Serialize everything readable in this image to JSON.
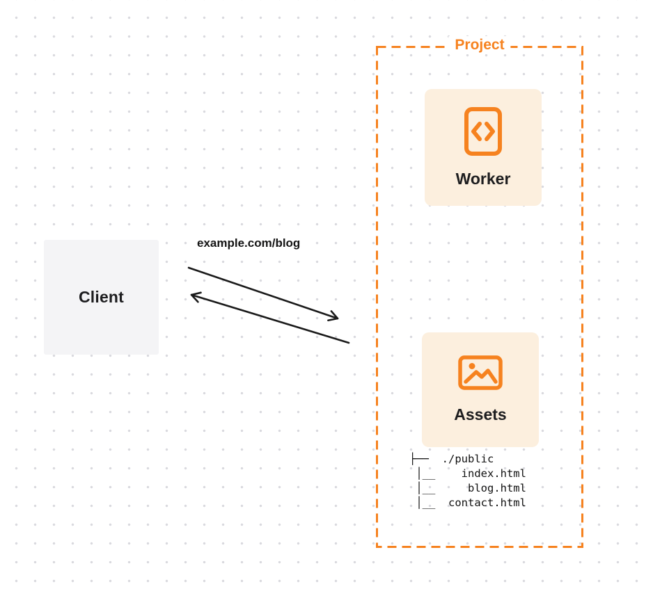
{
  "colors": {
    "accent_orange": "#F6821F",
    "card_background": "#FCEFDE",
    "client_background": "#F4F4F6",
    "arrow_black": "#1A1A1A",
    "text_dark": "#1D1D1F",
    "dot_gray": "#D9D9DE"
  },
  "client": {
    "label": "Client"
  },
  "request": {
    "url": "example.com/blog"
  },
  "project": {
    "label": "Project",
    "worker": {
      "label": "Worker",
      "icon": "code-file-icon"
    },
    "assets": {
      "label": "Assets",
      "icon": "image-icon",
      "tree": [
        "├──  ./public",
        " │__    index.html",
        " │__     blog.html",
        " │__  contact.html"
      ]
    }
  }
}
